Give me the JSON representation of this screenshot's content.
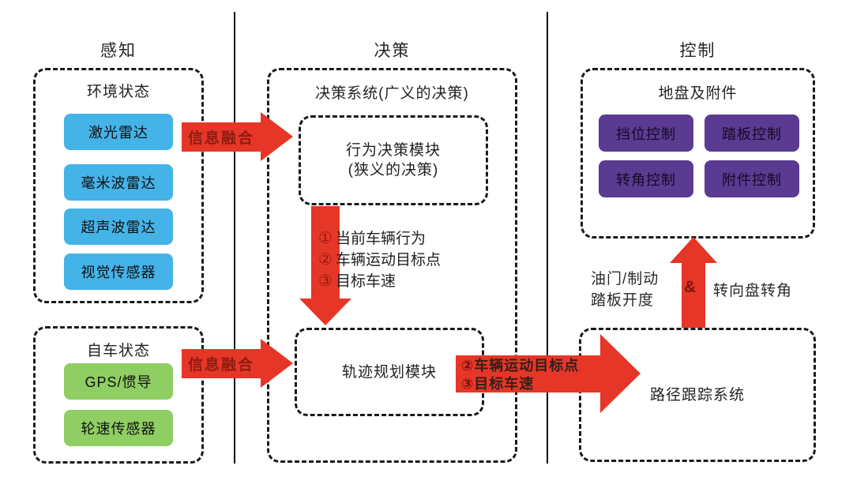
{
  "headers": {
    "perception": "感知",
    "decision": "决策",
    "control": "控制"
  },
  "perception": {
    "env_box": {
      "title": "环境状态",
      "items": [
        "激光雷达",
        "毫米波雷达",
        "超声波雷达",
        "视觉传感器"
      ]
    },
    "ego_box": {
      "title": "自车状态",
      "items": [
        "GPS/惯导",
        "轮速传感器"
      ]
    }
  },
  "decision": {
    "system_box_title": "决策系统(广义的决策)",
    "behavior_box": {
      "line1": "行为决策模块",
      "line2": "(狭义的决策)"
    },
    "down_arrow_steps": [
      {
        "num": "①",
        "text": "当前车辆行为"
      },
      {
        "num": "②",
        "text": "车辆运动目标点"
      },
      {
        "num": "③",
        "text": "目标车速"
      }
    ],
    "traj_box_title": "轨迹规划模块"
  },
  "control": {
    "chassis_box": {
      "title": "地盘及附件",
      "items": [
        "挡位控制",
        "踏板控制",
        "转角控制",
        "附件控制"
      ]
    },
    "path_box_title": "路径跟踪系统"
  },
  "arrows": {
    "fusion_top_label": "信息融合",
    "fusion_bottom_label": "信息融合",
    "to_path_steps": [
      {
        "num": "②",
        "text": "车辆运动目标点"
      },
      {
        "num": "③",
        "text": "目标车速"
      }
    ],
    "up_arrow_left_line1": "油门/制动",
    "up_arrow_left_line2": "踏板开度",
    "up_arrow_amp": "&",
    "up_arrow_right": "转向盘转角"
  },
  "colors": {
    "arrow_red": "#e63627",
    "arrow_label_dark_red": "#8e1d11",
    "sensor_blue": "#44b3e8",
    "ego_green": "#8fce63",
    "control_purple": "#5b3a92",
    "background": "#ffffff",
    "line_ink": "#1a1a1a"
  }
}
